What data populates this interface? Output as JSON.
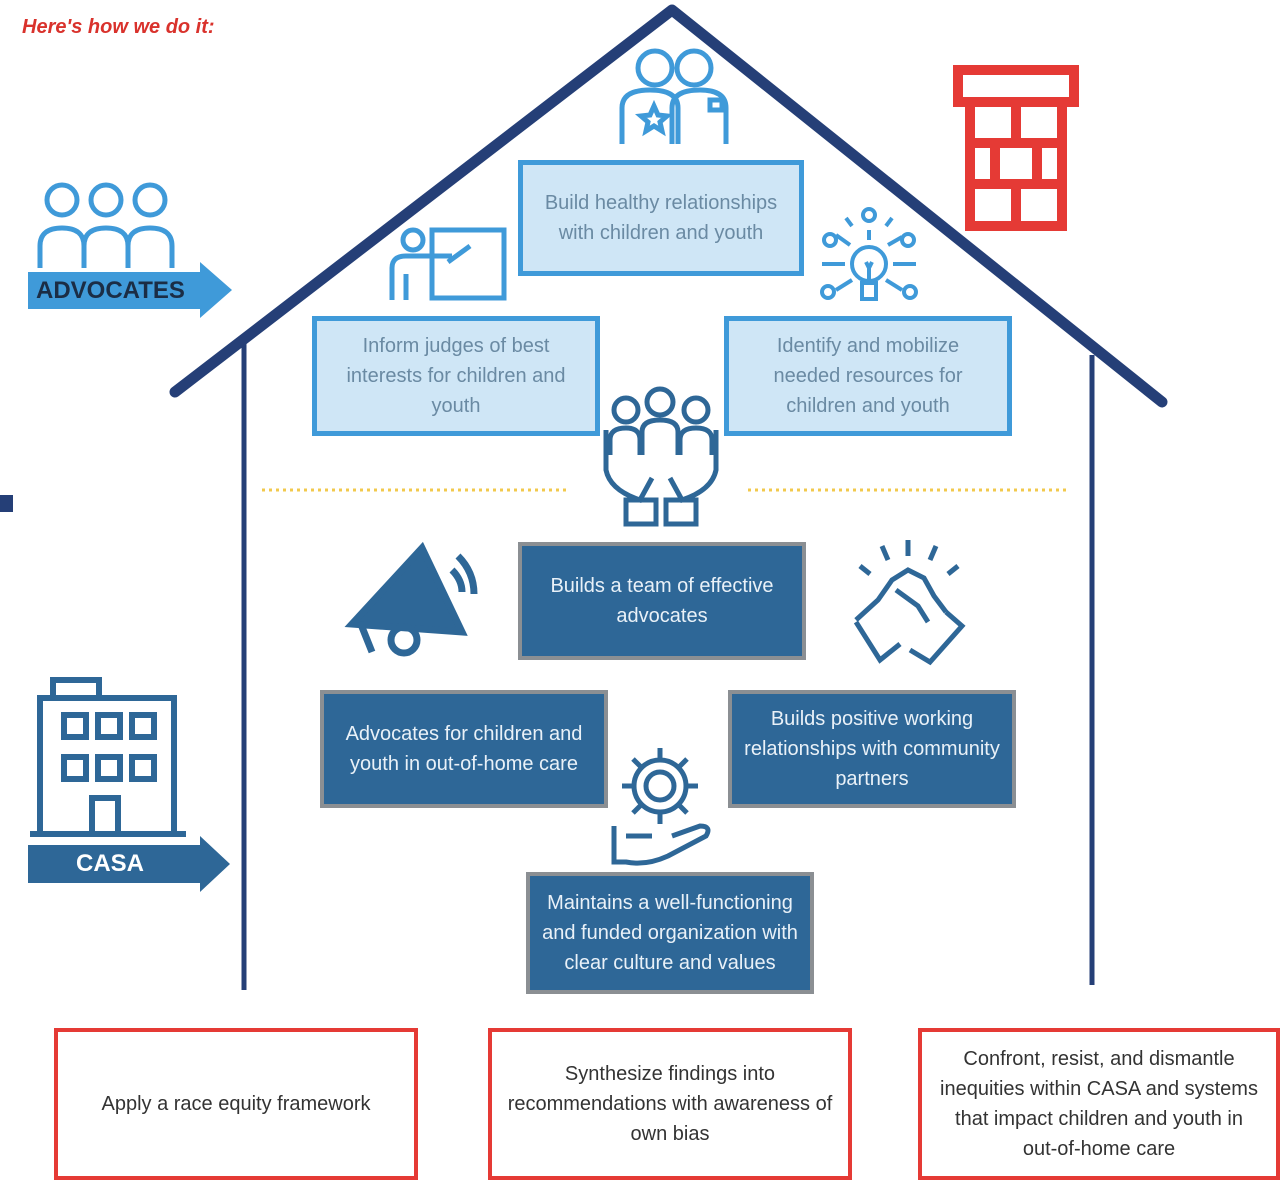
{
  "heading": "Here's how we do it:",
  "labels": {
    "advocates": "ADVOCATES",
    "casa": "CASA"
  },
  "advocate_boxes": [
    "Build healthy relationships with children and youth",
    "Inform judges of best interests for children and youth",
    "Identify and mobilize needed resources for children and youth"
  ],
  "casa_boxes": [
    "Builds a team of effective advocates",
    "Advocates for children and youth in out-of-home care",
    "Builds positive working relationships with community partners",
    "Maintains a well-functioning and funded organization with clear culture and values"
  ],
  "foundation_boxes": [
    "Apply a race equity framework",
    "Synthesize findings into recommendations with awareness of own bias",
    "Confront, resist, and dismantle inequities within CASA and systems that impact children and youth in out-of-home care"
  ],
  "icons": [
    "advocates-group-icon",
    "advocate-pair-icon",
    "teacher-board-icon",
    "lightbulb-network-icon",
    "chimney-icon",
    "hands-holding-people-icon",
    "megaphone-icon",
    "handshake-icon",
    "building-icon",
    "gear-hand-icon"
  ],
  "colors": {
    "roof": "#253f77",
    "light_blue": "#3f9ad9",
    "dark_blue": "#2e6797",
    "red": "#e53a35",
    "dotted": "#f2c94c"
  }
}
